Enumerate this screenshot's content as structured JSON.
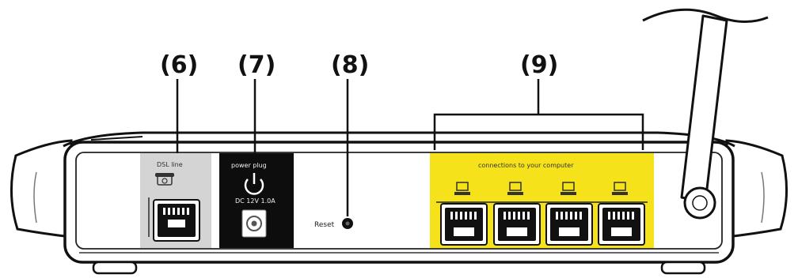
{
  "callouts": {
    "c6": "(6)",
    "c7": "(7)",
    "c8": "(8)",
    "c9": "(9)"
  },
  "panels": {
    "dsl": {
      "label": "DSL line",
      "color": "#d4d4d4"
    },
    "power": {
      "label": "power plug",
      "sublabel": "DC 12V 1.0A",
      "color": "#0d0d0d"
    },
    "reset": {
      "label": "Reset"
    },
    "lan": {
      "label": "connections to your computer",
      "color": "#f5e21a"
    }
  },
  "icons": [
    "phone-icon",
    "power-icon",
    "computer-icon",
    "antenna"
  ]
}
